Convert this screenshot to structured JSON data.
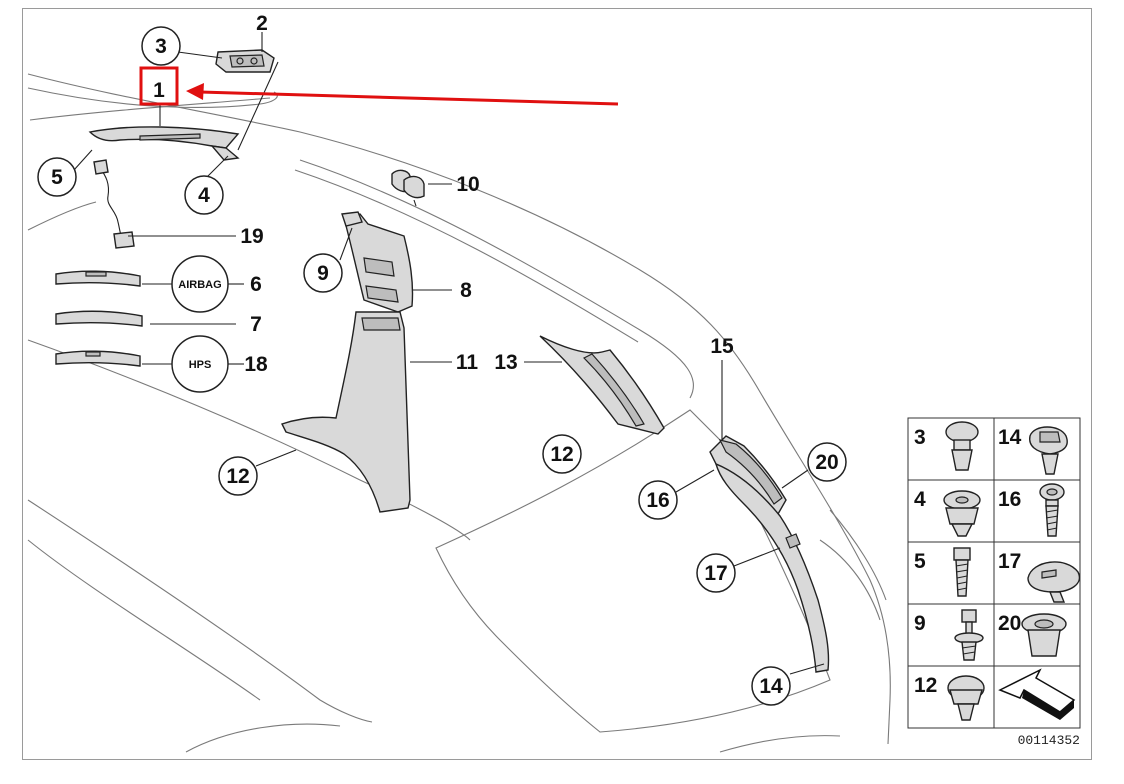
{
  "callouts": {
    "c1": "1",
    "c2": "2",
    "c3": "3",
    "c4": "4",
    "c5": "5",
    "c6": "6",
    "c7": "7",
    "c8": "8",
    "c9": "9",
    "c10": "10",
    "c11": "11",
    "c12a": "12",
    "c12b": "12",
    "c13": "13",
    "c14": "14",
    "c15": "15",
    "c16": "16",
    "c17": "17",
    "c18": "18",
    "c19": "19",
    "c20": "20"
  },
  "badges": {
    "airbag": "AIRBAG",
    "hps": "HPS"
  },
  "legend": {
    "cells": [
      "3",
      "14",
      "4",
      "16",
      "5",
      "17",
      "9",
      "20",
      "12"
    ]
  },
  "doc_number": "00114352",
  "colors": {
    "highlight": "#e01010",
    "line": "#222222",
    "car_outline": "#7a7a7a"
  }
}
